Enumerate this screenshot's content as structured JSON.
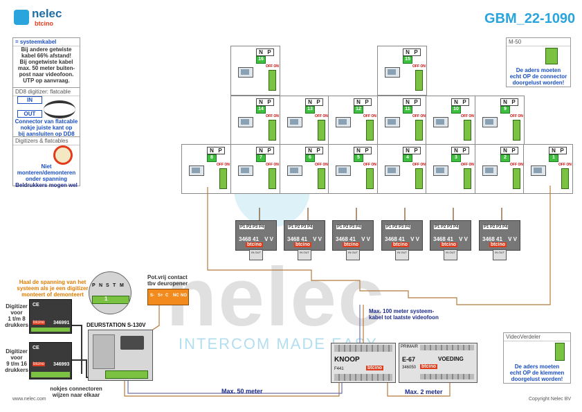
{
  "header": {
    "logo_name": "nelec",
    "logo_sub": "btcino",
    "title": "GBM_22-1090"
  },
  "notes": {
    "systeemkabel": {
      "title": "= systeemkabel",
      "lines": [
        "Bij andere getwiste",
        "kabel 66% afstand!",
        "Bij ongetwiste kabel",
        "max. 50 meter buiten-",
        "post naar videofoon.",
        "UTP op aanvraag."
      ]
    },
    "dd8": {
      "title": "DD8 digitizer: flatcable",
      "in_label": "IN",
      "out_label": "OUT",
      "lines": [
        "Connector van flatcable",
        "nokje juiste kant op",
        "bij aansluiten op DD8"
      ]
    },
    "digitizers": {
      "title": "Digitizers & flatcables",
      "lines": [
        "Niet monteren/demonteren",
        "onder spanning",
        "Beldrukkers mogen wel"
      ]
    },
    "m50": {
      "title": "M-50",
      "lines": [
        "De aders moeten",
        "echt OP de connector",
        "doorgelust worden!"
      ]
    },
    "videoverdeler": {
      "title": "VideoVerdeler",
      "lines": [
        "De aders moeten",
        "echt OP de klemmen",
        "doorgelust worden!"
      ]
    },
    "spanning": {
      "lines": [
        "Haal de spanning van het",
        "systeem als je een digitizer",
        "monteert of demonteert"
      ]
    },
    "digitizer_1_8": {
      "lines": [
        "Digitizer",
        "voor",
        "1 t/m 8",
        "drukkers"
      ]
    },
    "digitizer_9_16": {
      "lines": [
        "Digitizer",
        "voor",
        "9 t/m 16",
        "drukkers"
      ]
    },
    "nokjes": {
      "lines": [
        "nokjes connectoren",
        "wijzen naar elkaar"
      ]
    },
    "potvrij": {
      "lines": [
        "Pot.vrij contact",
        "tbv deuropener"
      ]
    },
    "max100": {
      "lines": [
        "Max. 100 meter systeem-",
        "kabel tot laatste videofoon"
      ]
    }
  },
  "apartments": {
    "np_n": "N",
    "np_p": "P",
    "offon": "OFF ON",
    "units": [
      "16",
      "15",
      "14",
      "13",
      "12",
      "11",
      "10",
      "9",
      "8",
      "7",
      "6",
      "5",
      "4",
      "3",
      "2",
      "1"
    ]
  },
  "distributors": {
    "code": "3468 41",
    "vv": "V V",
    "brand": "btcino",
    "ports": "P1 P2 P3 P4",
    "in": "IN",
    "out": "OUT"
  },
  "door_station": {
    "title": "DEURSTATION S-130V",
    "digit_code_1": "346991",
    "digit_code_2": "346993",
    "brand": "btcino",
    "ce": "CE",
    "pn_labels": [
      "P",
      "N",
      "S",
      "T",
      "M"
    ],
    "pn_number": "1"
  },
  "relay": {
    "labels": [
      "S-",
      "S+",
      "C",
      "NC",
      "NO"
    ]
  },
  "knoop": {
    "title": "KNOOP",
    "model": "F441",
    "brand": "btcino"
  },
  "voeding": {
    "primair": "PRIMAIR",
    "model": "E-67",
    "title": "VOEDING",
    "code": "346050"
  },
  "cables": {
    "max50": "Max. 50 meter",
    "max2": "Max. 2 meter"
  },
  "watermark": {
    "logo": "nelec",
    "tagline": "INTERCOM MADE EASY"
  },
  "footer": {
    "left": "www.nelec.com",
    "right": "Copyright Nelec BV"
  },
  "colors": {
    "accent": "#2aa4dd",
    "note_blue": "#1a4fc4",
    "note_orange": "#e07b00",
    "terminal_green": "#7cc242",
    "relay_orange": "#f28a1d",
    "brand_red": "#e23a1a"
  }
}
